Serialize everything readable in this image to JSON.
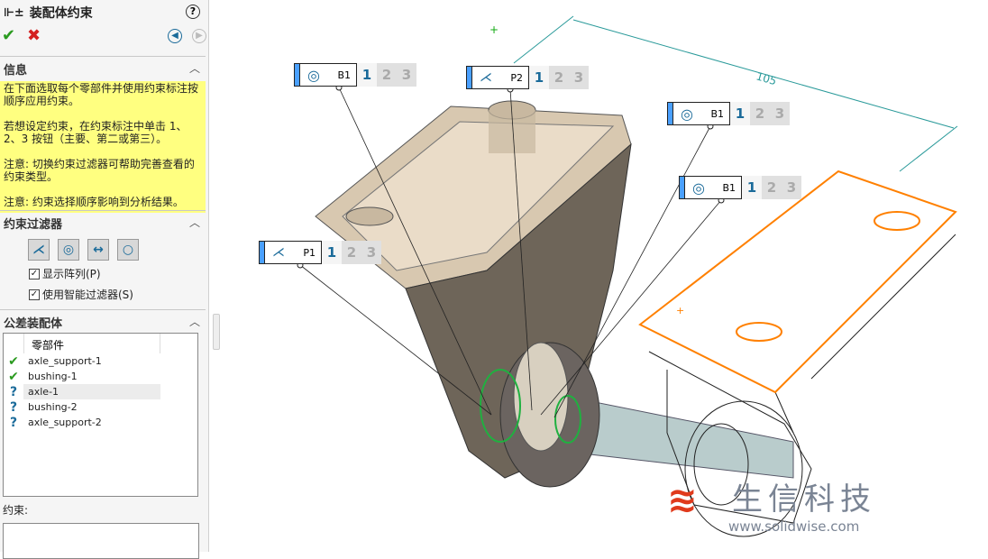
{
  "panel": {
    "title": "装配体约束",
    "help": "?",
    "ok": "✔",
    "cancel": "✖"
  },
  "info": {
    "header": "信息",
    "paragraphs": [
      "在下面选取每个零部件并使用约束标注按顺序应用约束。",
      "若想设定约束，在约束标注中单击 1、2、3 按钮（主要、第二或第三）。",
      "注意: 切换约束过滤器可帮助完善查看的约束类型。",
      "注意: 约束选择顺序影响到分析结果。"
    ]
  },
  "filter": {
    "header": "约束过滤器",
    "show_pattern": "显示阵列(P)",
    "smart_filter": "使用智能过滤器(S)"
  },
  "tol": {
    "header": "公差装配体",
    "column": "零部件",
    "items": [
      {
        "name": "axle_support-1",
        "status": "done"
      },
      {
        "name": "bushing-1",
        "status": "done"
      },
      {
        "name": "axle-1",
        "status": "pending"
      },
      {
        "name": "bushing-2",
        "status": "pending"
      },
      {
        "name": "axle_support-2",
        "status": "pending"
      }
    ]
  },
  "constraints": {
    "label": "约束:"
  },
  "callouts": [
    {
      "icon": "concentric-icon",
      "label": "B1"
    },
    {
      "icon": "plane-icon",
      "label": "P2"
    },
    {
      "icon": "concentric-icon",
      "label": "B1"
    },
    {
      "icon": "concentric-icon",
      "label": "B1"
    },
    {
      "icon": "plane-icon",
      "label": "P1"
    }
  ],
  "ranks": [
    "1",
    "2",
    "3"
  ],
  "dimension": "105",
  "watermark": {
    "name": "生信科技",
    "url": "www.solidwise.com"
  }
}
